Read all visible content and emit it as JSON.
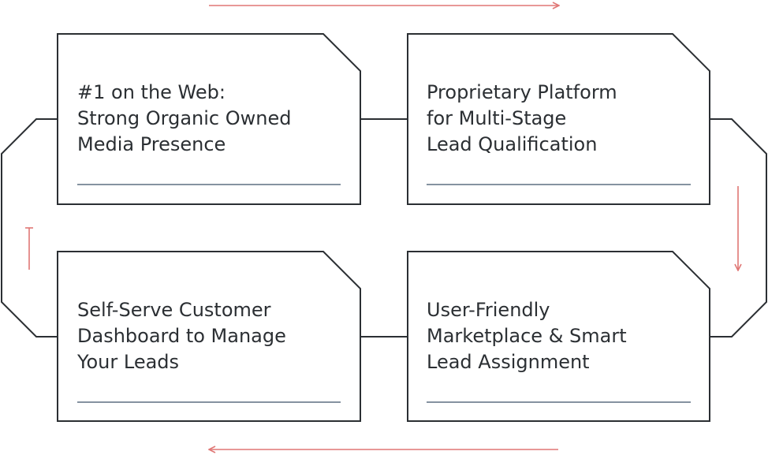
{
  "colors": {
    "outline": "#2b2f33",
    "underline": "#8592a0",
    "arrow": "#e07775",
    "text": "#2b2f33"
  },
  "cards": [
    {
      "lines": [
        "#1 on the Web:",
        "Strong Organic Owned",
        "Media Presence"
      ]
    },
    {
      "lines": [
        "Proprietary Platform",
        "for Multi-Stage",
        "Lead Qualification"
      ]
    },
    {
      "lines": [
        "User-Friendly",
        "Marketplace & Smart",
        "Lead Assignment"
      ]
    },
    {
      "lines": [
        "Self-Serve Customer",
        "Dashboard to Manage",
        "Your Leads"
      ]
    }
  ],
  "flow_direction": "clockwise"
}
